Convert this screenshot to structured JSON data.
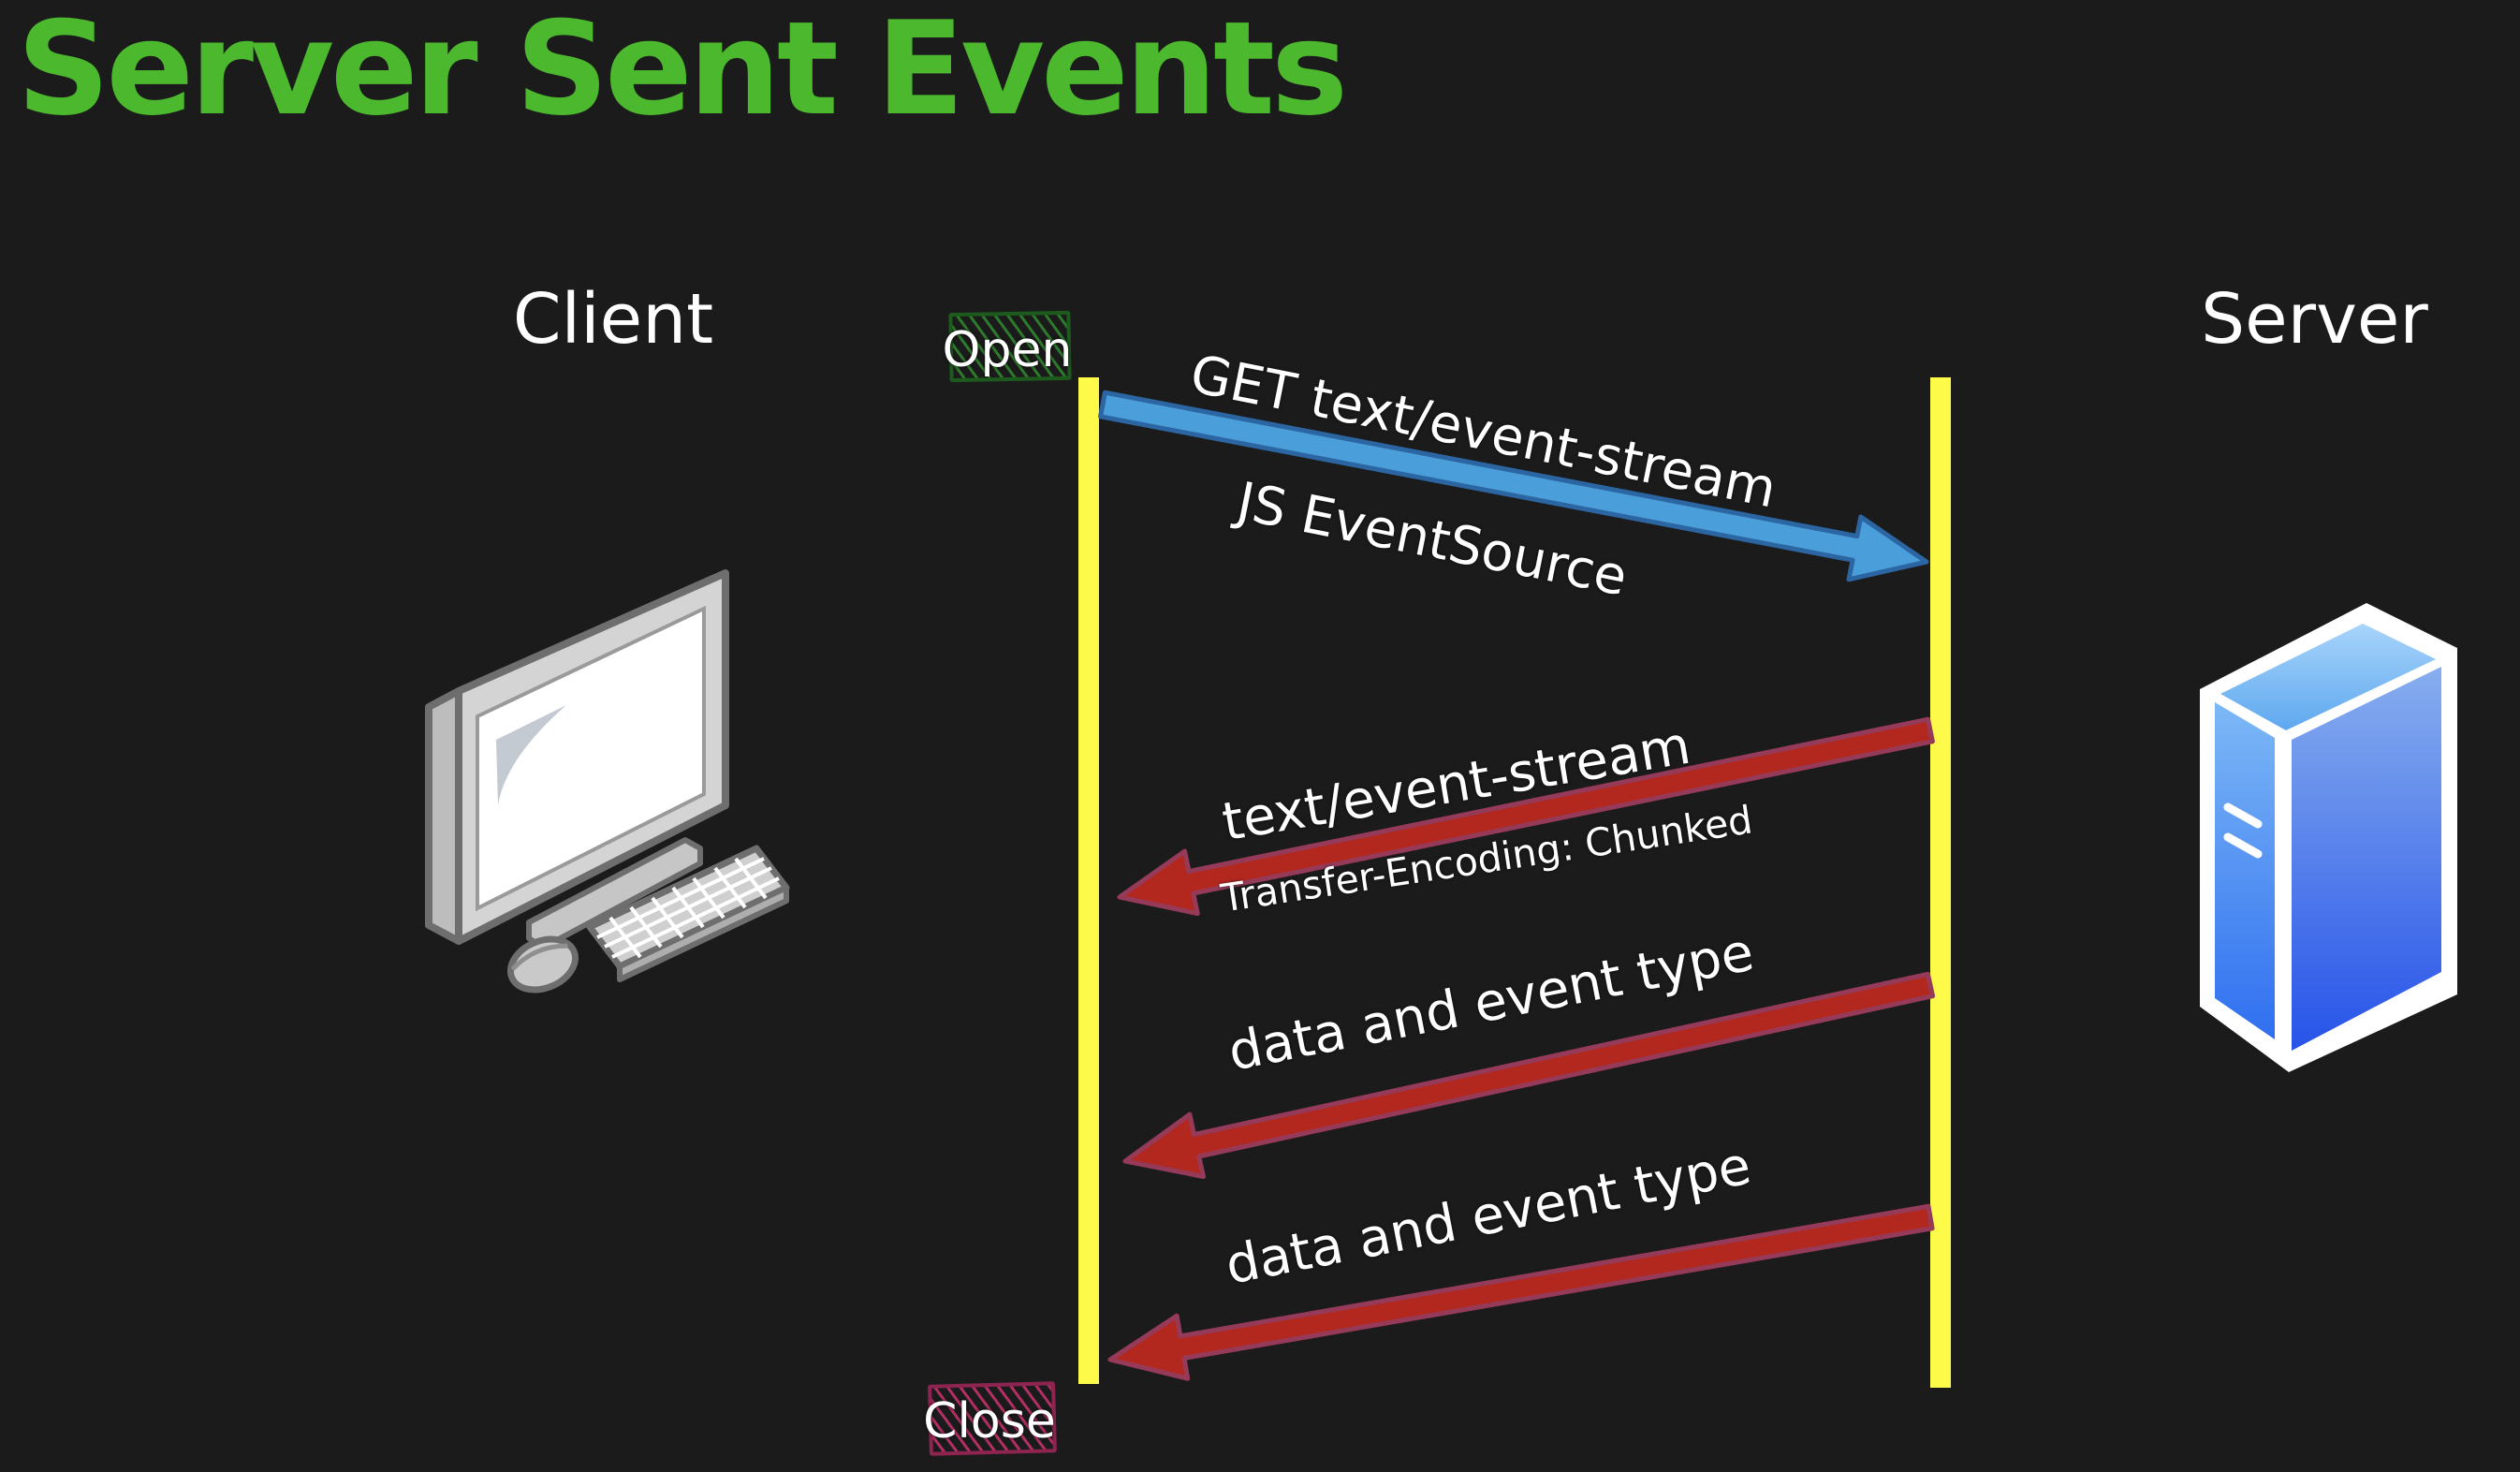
{
  "title": "Server Sent Events",
  "actors": {
    "client": "Client",
    "server": "Server"
  },
  "lifecycle": {
    "open_label": "Open",
    "close_label": "Close"
  },
  "messages": [
    {
      "id": "http-request",
      "from": "client",
      "to": "server",
      "arrow_color": "blue",
      "line1": "GET text/event-stream",
      "line2": "JS EventSource"
    },
    {
      "id": "http-response",
      "from": "server",
      "to": "client",
      "arrow_color": "red",
      "line1": "text/event-stream",
      "line2": "Transfer-Encoding: Chunked"
    },
    {
      "id": "sse-event-1",
      "from": "server",
      "to": "client",
      "arrow_color": "red",
      "line1": "data and event type"
    },
    {
      "id": "sse-event-2",
      "from": "server",
      "to": "client",
      "arrow_color": "red",
      "line1": "data and event type"
    }
  ],
  "colors": {
    "background": "#1b1b1b",
    "title-green": "#4cb82e",
    "label-white": "#ffffff",
    "lifeline-yellow": "#fdfa4a",
    "arrow-blue": "#4a9ed9",
    "arrow-blue-edge": "#2b66a3",
    "arrow-red": "#b2281e",
    "arrow-red-edge": "#963a5a",
    "open-hatch": "#2d7a2d",
    "open-border": "#1d5a1d",
    "close-hatch": "#b12f63",
    "close-border": "#8e2450"
  }
}
